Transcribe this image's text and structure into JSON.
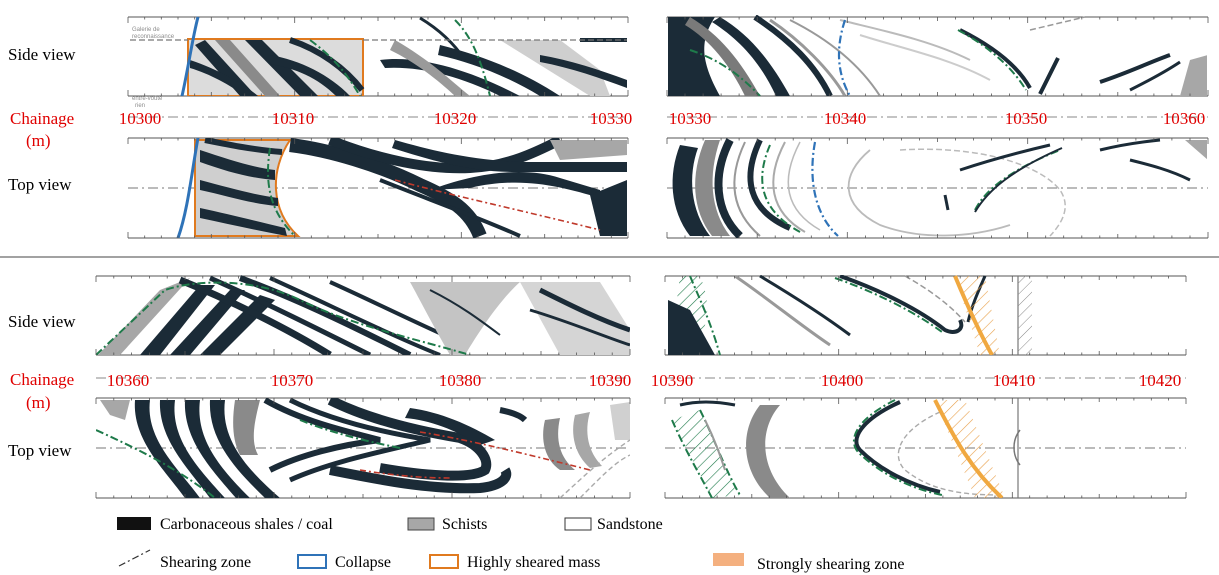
{
  "row_labels": {
    "side_view": "Side view",
    "chainage": "Chainage",
    "chainage_unit": "(m)",
    "top_view": "Top view"
  },
  "chainage_ticks": {
    "panel1": [
      "10300",
      "10310",
      "10320",
      "10330"
    ],
    "panel2": [
      "10330",
      "10340",
      "10350",
      "10360"
    ],
    "panel3": [
      "10360",
      "10370",
      "10380",
      "10390"
    ],
    "panel4": [
      "10390",
      "10400",
      "10410",
      "10420"
    ]
  },
  "sketch_annotations": {
    "gallery_line1": "Galerie de",
    "gallery_line2": "reconnaissance",
    "vault_line1": "entre-voûte",
    "vault_line2": "rien"
  },
  "legend": {
    "coal": "Carbonaceous shales / coal",
    "schists": "Schists",
    "sandstone": "Sandstone",
    "shearing_zone": "Shearing zone",
    "collapse": "Collapse",
    "highly_sheared": "Highly sheared mass",
    "strongly_shearing": "Strongly shearing zone"
  },
  "colors": {
    "chainage_text": "#e00000",
    "coal": "#1b2b37",
    "schists": "#a7a7a7",
    "shearing_zone": "#1e7a4a",
    "collapse": "#2f73b8",
    "highly_sheared": "#e07a1f",
    "strongly_shearing": "#f4b07f",
    "red_shear": "#c0392b"
  }
}
